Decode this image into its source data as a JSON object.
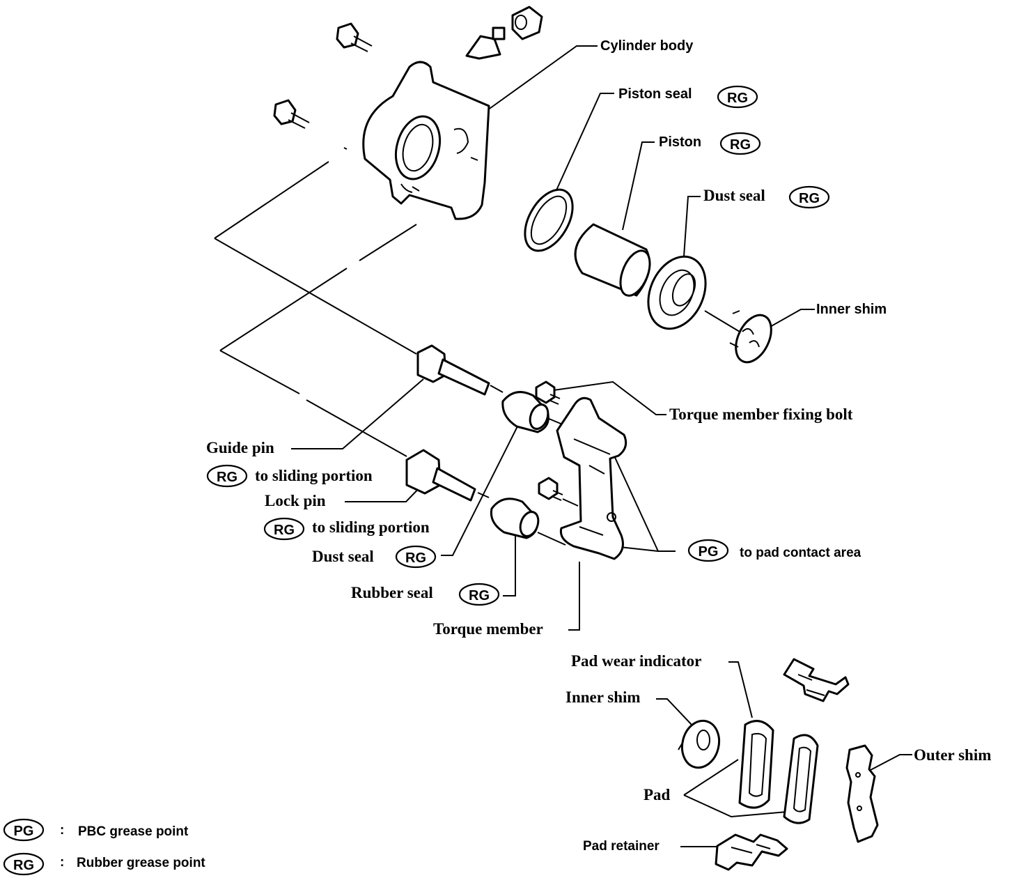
{
  "labels": {
    "cylinder_body": "Cylinder body",
    "piston_seal": "Piston  seal",
    "piston": "Piston",
    "dust_seal_top": "Dust  seal",
    "inner_shim_top": "Inner shim",
    "torque_member_fixing_bolt": "Torque member fixing bolt",
    "guide_pin": "Guide pin",
    "guide_pin_note": "to sliding portion",
    "lock_pin": "Lock pin",
    "lock_pin_note": "to sliding portion",
    "dust_seal_bottom": "Dust seal",
    "rubber_seal": "Rubber seal",
    "torque_member": "Torque member",
    "pg_note": "to pad contact area",
    "pad_wear_indicator": "Pad wear indicator",
    "inner_shim_bottom": "Inner shim",
    "outer_shim": "Outer shim",
    "pad": "Pad",
    "pad_retainer": "Pad retainer"
  },
  "badges": {
    "rg": "RG",
    "pg": "PG"
  },
  "legend": {
    "separator": ":",
    "pg_text": "PBC grease point",
    "rg_text": "Rubber grease point"
  }
}
